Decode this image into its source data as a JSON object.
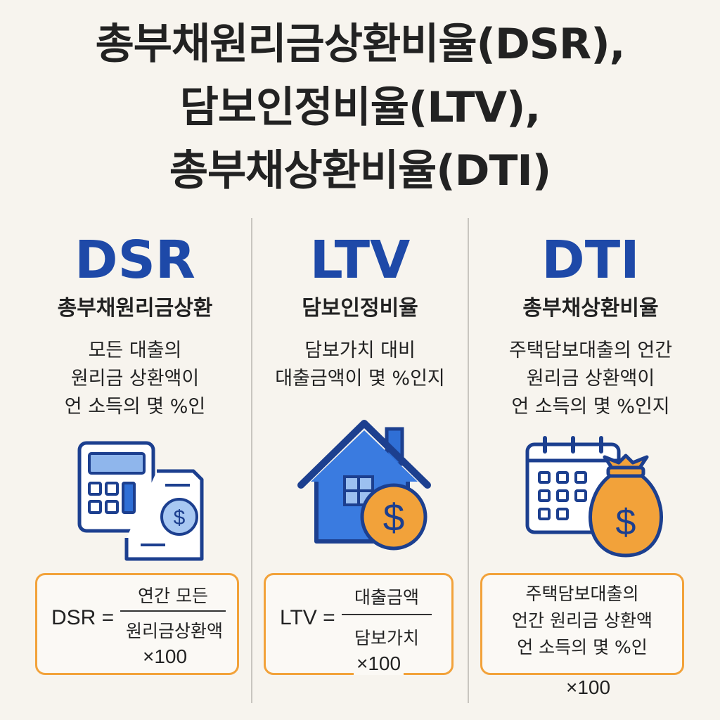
{
  "title": {
    "line1": "총부채원리금상환비율(DSR),",
    "line2": "담보인정비율(LTV),",
    "line3": "총부채상환비율(DTI)"
  },
  "columns": [
    {
      "abbr": "DSR",
      "name": "총부채원리금상환",
      "desc": [
        "모든 대출의",
        "원리금 상환액이",
        "언 소득의 몇 %인"
      ],
      "icon": "calculator-document-icon",
      "formula": {
        "lhs": "DSR =",
        "numerator": "연간 모든",
        "denominator": "원리금상환액",
        "times": "×100"
      }
    },
    {
      "abbr": "LTV",
      "name": "담보인정비율",
      "desc": [
        "담보가치 대비",
        "대출금액이 몇 %인지"
      ],
      "icon": "house-dollar-icon",
      "formula": {
        "lhs": "LTV =",
        "numerator": "대출금액",
        "denominator": "담보가치",
        "times": "×100"
      }
    },
    {
      "abbr": "DTI",
      "name": "총부채상환비율",
      "desc": [
        "주택담보대출의 언간",
        "원리금 상환액이",
        "언 소득의 몇 %인지"
      ],
      "icon": "calendar-moneybag-icon",
      "formula": {
        "text": [
          "주택담보대출의",
          "언간 원리금 상환액",
          "언 소득의 몇 %인"
        ],
        "times": "×100"
      }
    }
  ],
  "colors": {
    "accent_blue": "#1e49a8",
    "icon_blue": "#2f6fd6",
    "icon_dark": "#1c3f8f",
    "coin_orange": "#f2a23a",
    "box_border": "#f2a23a",
    "background": "#f7f4ee"
  }
}
